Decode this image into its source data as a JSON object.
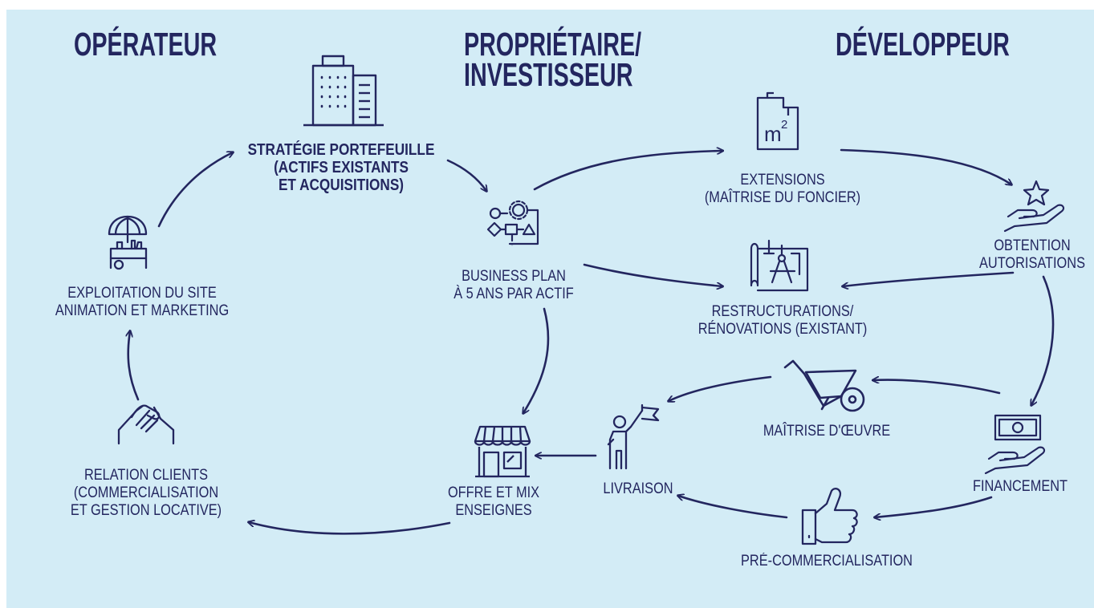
{
  "titles": {
    "operateur": "OPÉRATEUR",
    "proprietaire_line1": "PROPRIÉTAIRE/",
    "proprietaire_line2": "INVESTISSEUR",
    "developpeur": "DÉVELOPPEUR"
  },
  "nodes": {
    "strategie": [
      "STRATÉGIE PORTEFEUILLE",
      "(ACTIFS EXISTANTS",
      "ET ACQUISITIONS)"
    ],
    "exploitation": [
      "EXPLOITATION DU SITE",
      "ANIMATION ET MARKETING"
    ],
    "relation": [
      "RELATION CLIENTS",
      "(COMMERCIALISATION",
      "ET GESTION LOCATIVE)"
    ],
    "business_plan": [
      "BUSINESS PLAN",
      "À 5 ANS PAR ACTIF"
    ],
    "offre": [
      "OFFRE ET MIX",
      "ENSEIGNES"
    ],
    "extensions": [
      "EXTENSIONS",
      "(MAÎTRISE DU FONCIER)"
    ],
    "restructurations": [
      "RESTRUCTURATIONS/",
      "RÉNOVATIONS (EXISTANT)"
    ],
    "obtention": [
      "OBTENTION",
      "AUTORISATIONS"
    ],
    "maitrise": [
      "MAÎTRISE D'ŒUVRE"
    ],
    "financement": [
      "FINANCEMENT"
    ],
    "livraison": [
      "LIVRAISON"
    ],
    "precommercialisation": [
      "PRÉ-COMMERCIALISATION"
    ]
  },
  "icons": {
    "area_unit": "m",
    "area_exp": "2"
  },
  "colors": {
    "background": "#d3ecf6",
    "ink": "#23265f"
  }
}
